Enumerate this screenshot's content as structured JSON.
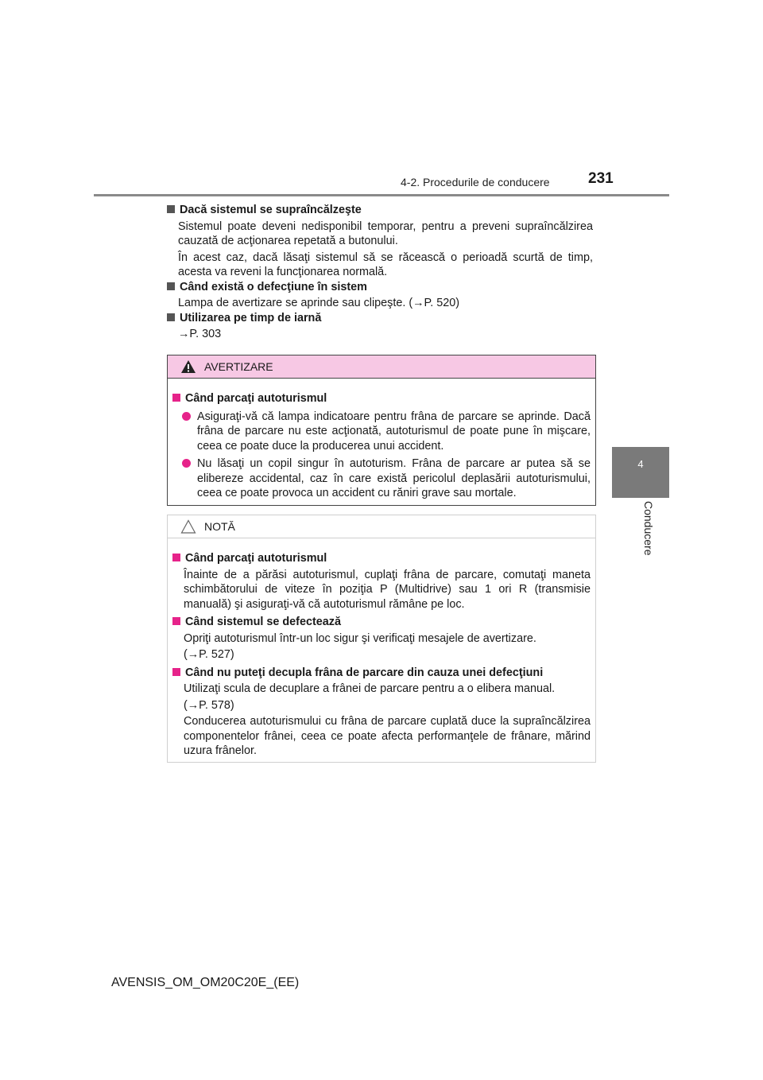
{
  "header": {
    "section": "4-2. Procedurile de conducere",
    "page_number": "231"
  },
  "side_tab": {
    "number": "4",
    "label": "Conducere"
  },
  "sections": [
    {
      "heading": "Dacă sistemul se supraîncălzeşte",
      "paragraphs": [
        "Sistemul poate deveni nedisponibil temporar, pentru a preveni supraîncălzirea cauzată de acţionarea repetată a butonului.",
        "În acest caz, dacă lăsaţi sistemul să se răcească o perioadă scurtă de timp, acesta va reveni la funcţionarea normală."
      ]
    },
    {
      "heading": "Când există o defecţiune în sistem",
      "paragraphs": [
        "Lampa de avertizare se aprinde sau clipeşte. (→P. 520)"
      ]
    },
    {
      "heading": "Utilizarea pe timp de iarnă",
      "paragraphs": [
        "→P. 303"
      ]
    }
  ],
  "warning": {
    "title": "AVERTIZARE",
    "heading": "Când parcaţi autoturismul",
    "bullets": [
      "Asiguraţi-vă că lampa indicatoare pentru frâna de parcare se aprinde. Dacă frâna de parcare nu este acţionată, autoturismul de poate pune în mişcare, ceea ce poate duce la producerea unui accident.",
      "Nu lăsaţi un copil singur în autoturism. Frâna de parcare ar putea să se elibereze accidental, caz în care există pericolul deplasării autoturismului, ceea ce poate provoca un accident cu răniri grave sau mortale."
    ]
  },
  "note": {
    "title": "NOTĂ",
    "items": [
      {
        "heading": "Când parcaţi autoturismul",
        "lines": [
          "Înainte de a părăsi autoturismul, cuplaţi frâna de parcare, comutaţi maneta schimbătorului de viteze în poziţia P (Multidrive) sau 1 ori R (transmisie manuală) şi asiguraţi-vă că autoturismul rămâne pe loc."
        ]
      },
      {
        "heading": "Când sistemul se defectează",
        "lines": [
          "Opriţi autoturismul într-un loc sigur şi verificaţi mesajele de avertizare.",
          "(→P. 527)"
        ]
      },
      {
        "heading": "Când nu puteţi decupla frâna de parcare din cauza unei defecţiuni",
        "lines": [
          "Utilizaţi scula de decuplare a frânei de parcare pentru a o elibera manual.",
          "(→P. 578)",
          "Conducerea autoturismului cu frâna de parcare cuplată duce la supraîncălzirea componentelor frânei, ceea ce poate afecta performanţele de frânare, mărind uzura frânelor."
        ]
      }
    ]
  },
  "footer": {
    "model": "AVENSIS_OM_OM20C20E_(EE)"
  }
}
